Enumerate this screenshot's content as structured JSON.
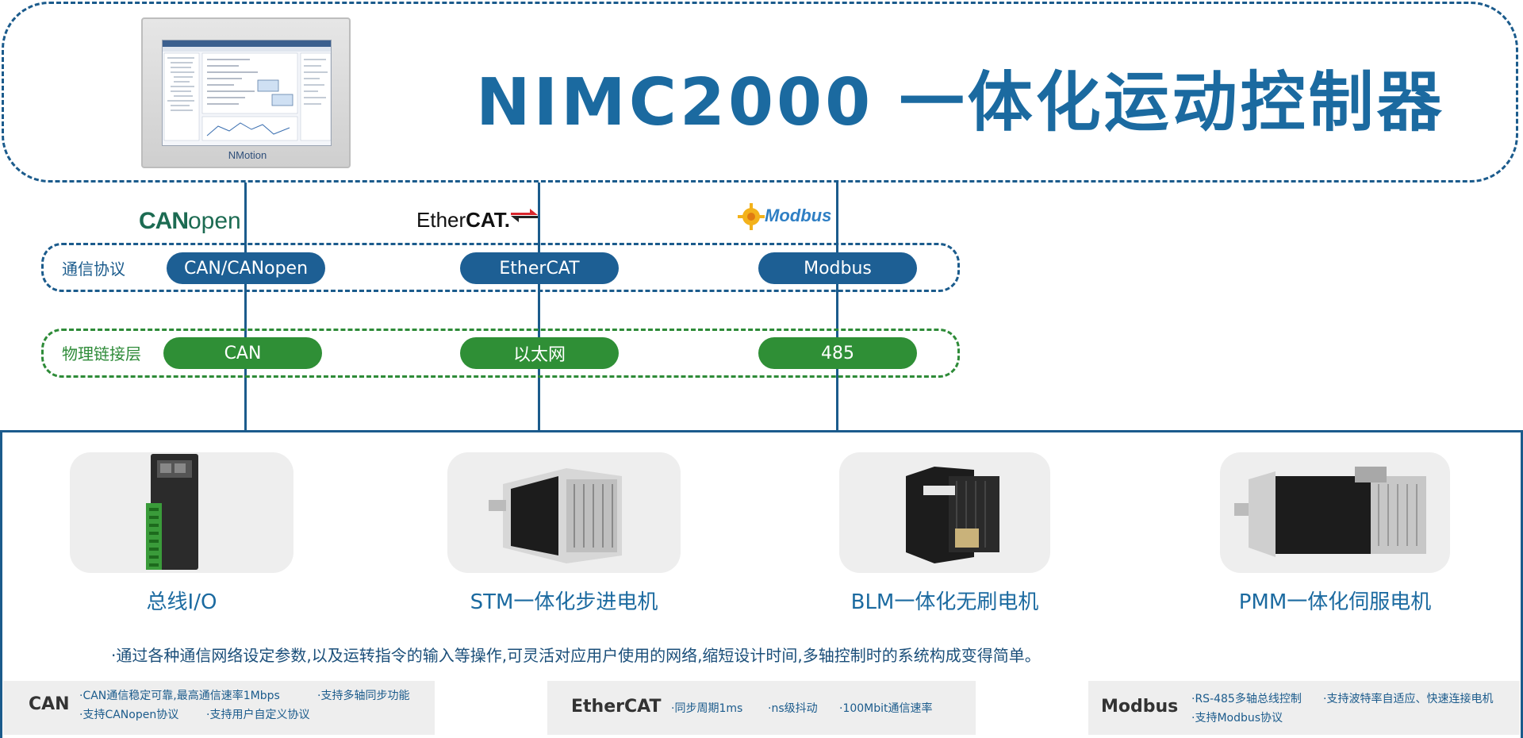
{
  "title": "NIMC2000 一体化运动控制器",
  "monitor": {
    "brand": "NMotion"
  },
  "logos": {
    "canopen_bold": "CAN",
    "canopen_rest": "open",
    "ethercat_plain": "Ether",
    "ethercat_bold": "CAT.",
    "modbus": "Modbus"
  },
  "rows": {
    "protocol_label": "通信协议",
    "physical_label": "物理链接层"
  },
  "protocols": [
    "CAN/CANopen",
    "EtherCAT",
    "Modbus"
  ],
  "physical": [
    "CAN",
    "以太网",
    "485"
  ],
  "devices": [
    "总线I/O",
    "STM一体化步进电机",
    "BLM一体化无刷电机",
    "PMM一体化伺服电机"
  ],
  "description": "·通过各种通信网络设定参数,以及运转指令的输入等操作,可灵活对应用户使用的网络,缩短设计时间,多轴控制时的系统构成变得简单。",
  "features": {
    "can": {
      "title": "CAN",
      "items": [
        "·CAN通信稳定可靠,最高通信速率1Mbps",
        "·支持多轴同步功能",
        "·支持CANopen协议",
        "·支持用户自定义协议"
      ]
    },
    "ethercat": {
      "title": "EtherCAT",
      "items": [
        "·同步周期1ms",
        "·ns级抖动",
        "·100Mbit通信速率"
      ]
    },
    "modbus": {
      "title": "Modbus",
      "items": [
        "·RS-485多轴总线控制",
        "·支持波特率自适应、快速连接电机",
        "·支持Modbus协议"
      ]
    }
  },
  "colors": {
    "primary_blue": "#1b5b8c",
    "pill_blue": "#1d5f94",
    "pill_green": "#2f8f36",
    "card_gray": "#eeeeee"
  }
}
